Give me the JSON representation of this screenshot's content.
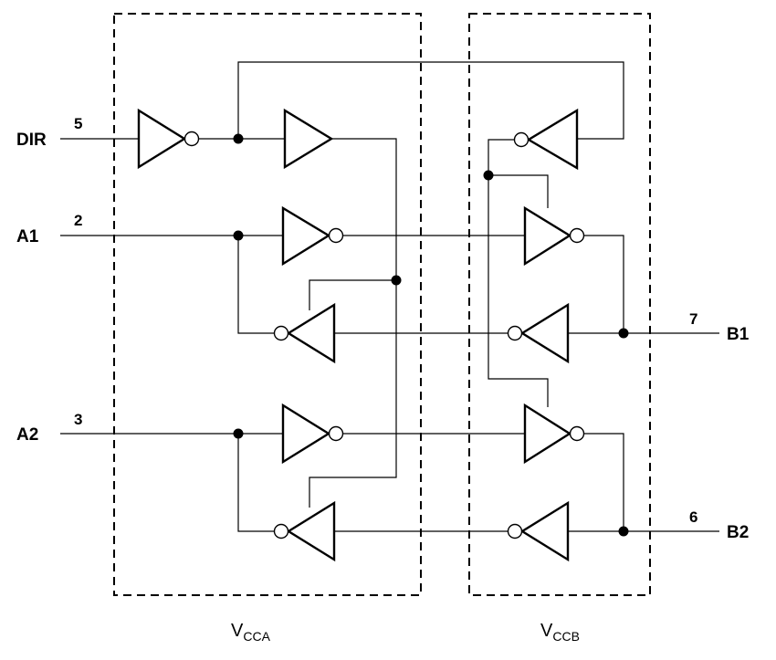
{
  "signals": {
    "dir": {
      "label": "DIR",
      "pin": "5"
    },
    "a1": {
      "label": "A1",
      "pin": "2"
    },
    "a2": {
      "label": "A2",
      "pin": "3"
    },
    "b1": {
      "label": "B1",
      "pin": "7"
    },
    "b2": {
      "label": "B2",
      "pin": "6"
    }
  },
  "domains": {
    "a": {
      "main": "V",
      "sub": "CCA"
    },
    "b": {
      "main": "V",
      "sub": "CCB"
    }
  }
}
